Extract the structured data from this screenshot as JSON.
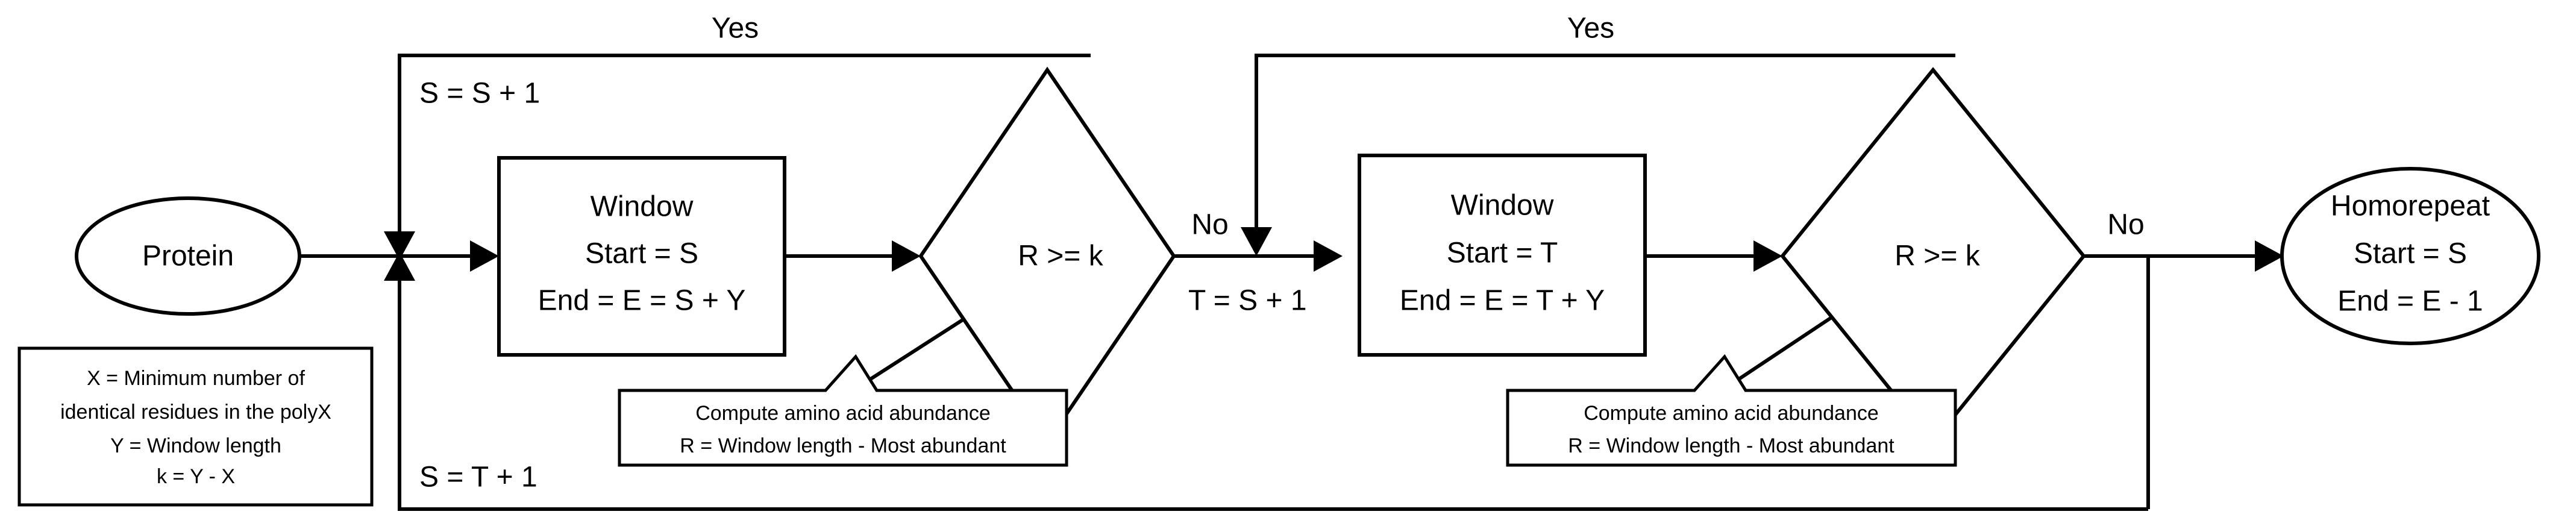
{
  "diagram": {
    "title": "Homorepeat detection sliding-window flowchart",
    "background_color": "#ffffff",
    "stroke_color": "#000000",
    "nodes": {
      "start": {
        "shape": "ellipse",
        "label": "Protein"
      },
      "window1": {
        "shape": "rectangle",
        "line1": "Window",
        "line2": "Start = S",
        "line3": "End = E = S + Y"
      },
      "decision1": {
        "shape": "diamond",
        "label": "R >= k"
      },
      "window2": {
        "shape": "rectangle",
        "line1": "Window",
        "line2": "Start = T",
        "line3": "End = E = T + Y"
      },
      "decision2": {
        "shape": "diamond",
        "label": "R >= k"
      },
      "end": {
        "shape": "ellipse",
        "line1": "Homorepeat",
        "line2": "Start = S",
        "line3": "End = E - 1"
      },
      "callout1": {
        "shape": "callout-rectangle",
        "line1": "Compute amino acid abundance",
        "line2": "R = Window length - Most abundant"
      },
      "callout2": {
        "shape": "callout-rectangle",
        "line1": "Compute amino acid abundance",
        "line2": "R = Window length - Most abundant"
      },
      "legend": {
        "shape": "rectangle",
        "line1": "X = Minimum number of",
        "line2": "identical residues in the polyX",
        "line3": "Y = Window length",
        "line4": "k = Y - X"
      }
    },
    "edge_labels": {
      "yes_left": "Yes",
      "yes_right": "Yes",
      "no_left": "No",
      "no_right": "No",
      "increment_s": "S = S + 1",
      "assign_t": "T = S + 1",
      "assign_s_from_t": "S = T + 1"
    }
  }
}
